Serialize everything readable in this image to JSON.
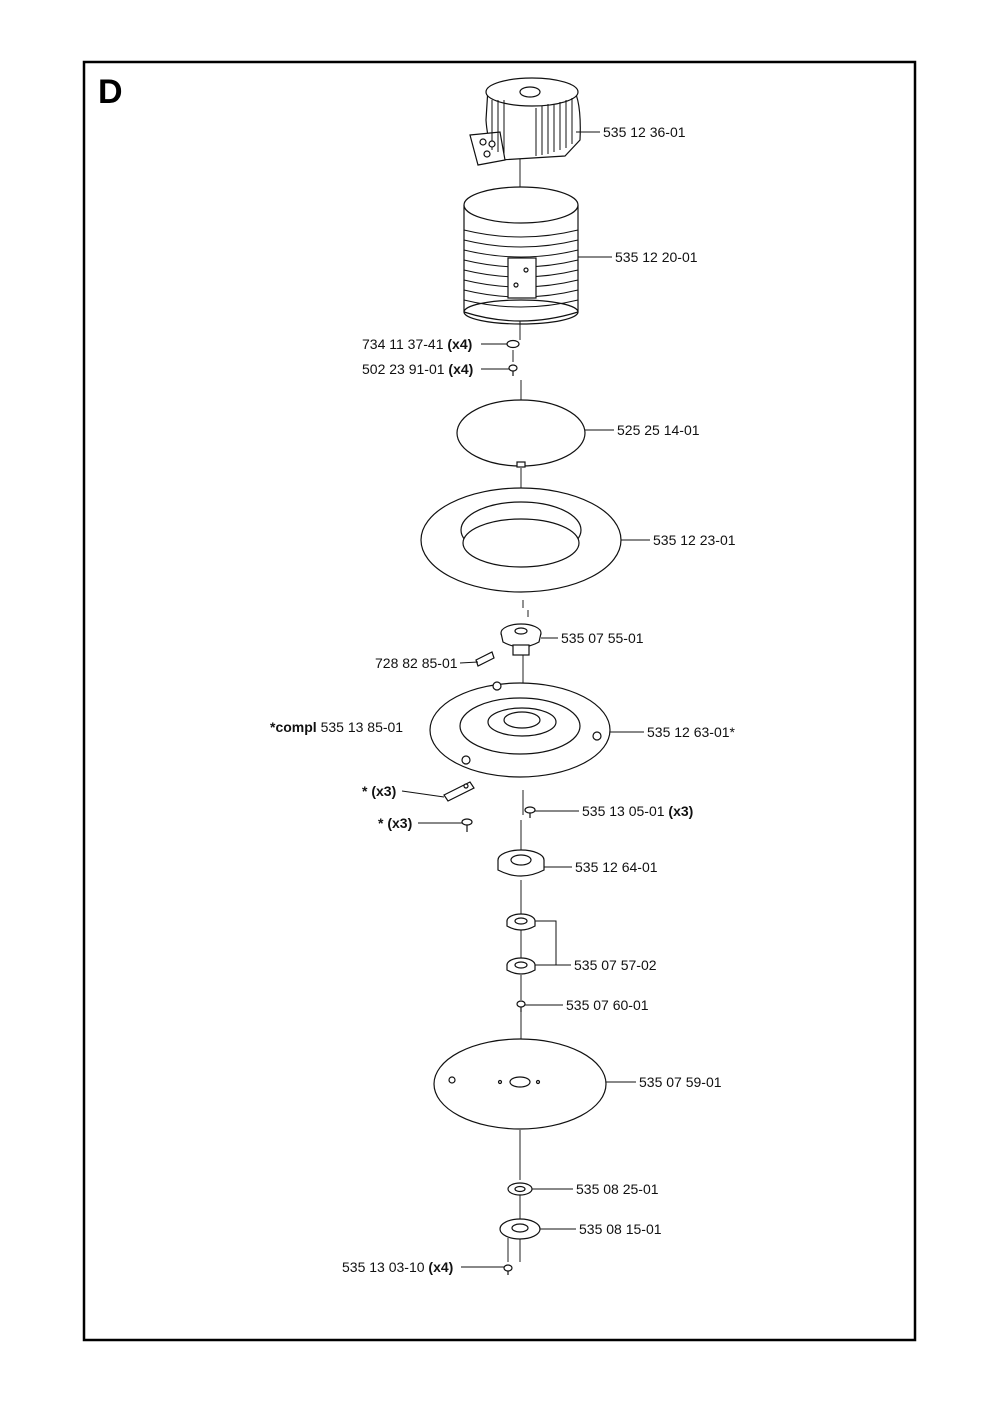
{
  "section_letter": "D",
  "parts": [
    {
      "id": "p1",
      "number": "535 12 36-01",
      "qty": ""
    },
    {
      "id": "p2",
      "number": "535 12 20-01",
      "qty": ""
    },
    {
      "id": "p3",
      "number": "734 11 37-41",
      "qty": "(x4)"
    },
    {
      "id": "p4",
      "number": "502 23 91-01",
      "qty": "(x4)"
    },
    {
      "id": "p5",
      "number": "525 25 14-01",
      "qty": ""
    },
    {
      "id": "p6",
      "number": "535 12 23-01",
      "qty": ""
    },
    {
      "id": "p7",
      "number": "535 07 55-01",
      "qty": ""
    },
    {
      "id": "p8",
      "number": "728 82 85-01",
      "qty": ""
    },
    {
      "id": "p9",
      "number": "535 13 85-01",
      "prefix": "*compl",
      "qty": ""
    },
    {
      "id": "p10",
      "number": "535 12 63-01*",
      "qty": ""
    },
    {
      "id": "p11",
      "number": "*",
      "qty": "(x3)"
    },
    {
      "id": "p12",
      "number": "*",
      "qty": "(x3)"
    },
    {
      "id": "p13",
      "number": "535 13 05-01",
      "qty": "(x3)"
    },
    {
      "id": "p14",
      "number": "535 12 64-01",
      "qty": ""
    },
    {
      "id": "p15",
      "number": "535 07 57-02",
      "qty": ""
    },
    {
      "id": "p16",
      "number": "535 07 60-01",
      "qty": ""
    },
    {
      "id": "p17",
      "number": "535 07 59-01",
      "qty": ""
    },
    {
      "id": "p18",
      "number": "535 08 25-01",
      "qty": ""
    },
    {
      "id": "p19",
      "number": "535 08 15-01",
      "qty": ""
    },
    {
      "id": "p20",
      "number": "535 13 03-10",
      "qty": "(x4)"
    }
  ]
}
